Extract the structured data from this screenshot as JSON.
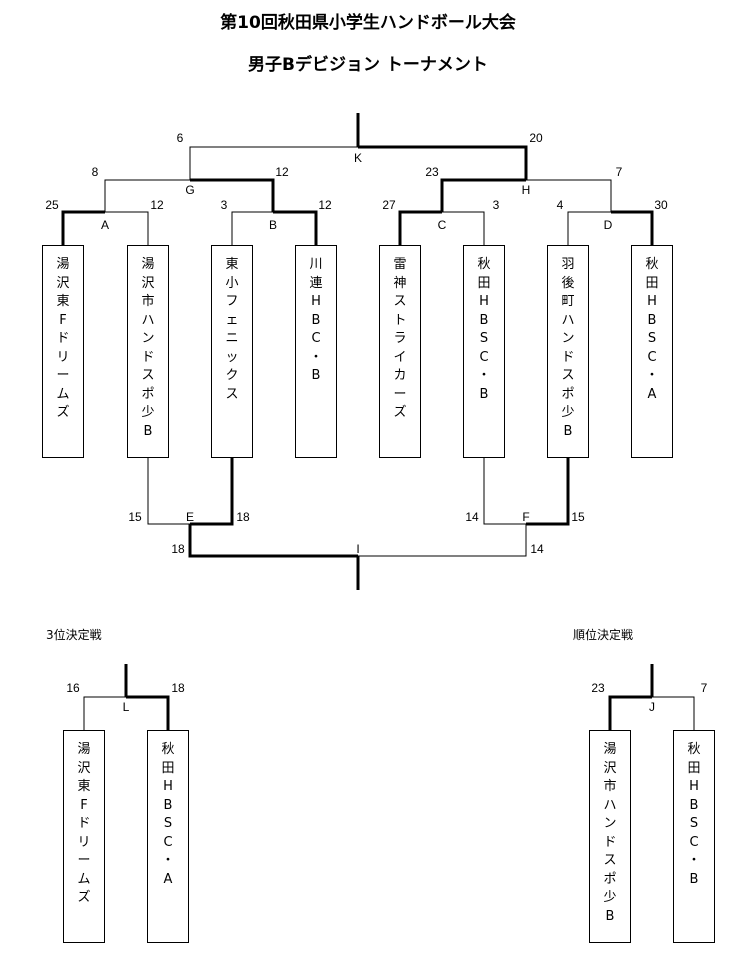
{
  "title": "第10回秋田県小学生ハンドボール大会",
  "subtitle": "男子Bデビジョン トーナメント",
  "teams": [
    "湯沢東Fドリームズ",
    "湯沢市ハンドスポ少B",
    "東小フェニックス",
    "川連HBC・B",
    "雷神ストライカーズ",
    "秋田HBSC・B",
    "羽後町ハンドスポ少B",
    "秋田HBSC・A"
  ],
  "matches": {
    "A": {
      "label": "A",
      "left_score": "25",
      "right_score": "12"
    },
    "B": {
      "label": "B",
      "left_score": "3",
      "right_score": "12"
    },
    "C": {
      "label": "C",
      "left_score": "27",
      "right_score": "3"
    },
    "D": {
      "label": "D",
      "left_score": "4",
      "right_score": "30"
    },
    "G": {
      "label": "G",
      "left_score": "8",
      "right_score": "12"
    },
    "H": {
      "label": "H",
      "left_score": "23",
      "right_score": "7"
    },
    "K": {
      "label": "K",
      "left_score": "6",
      "right_score": "20"
    },
    "E": {
      "label": "E",
      "left_score": "15",
      "right_score": "18"
    },
    "F": {
      "label": "F",
      "left_score": "14",
      "right_score": "15"
    },
    "I": {
      "label": "I",
      "left_score": "18",
      "right_score": "14"
    },
    "L": {
      "label": "L",
      "left_score": "16",
      "right_score": "18"
    },
    "J": {
      "label": "J",
      "left_score": "23",
      "right_score": "7"
    }
  },
  "third_place": {
    "heading": "3位決定戦",
    "teams": [
      "湯沢東Fドリームズ",
      "秋田HBSC・A"
    ]
  },
  "placement": {
    "heading": "順位決定戦",
    "teams": [
      "湯沢市ハンドスポ少B",
      "秋田HBSC・B"
    ]
  }
}
